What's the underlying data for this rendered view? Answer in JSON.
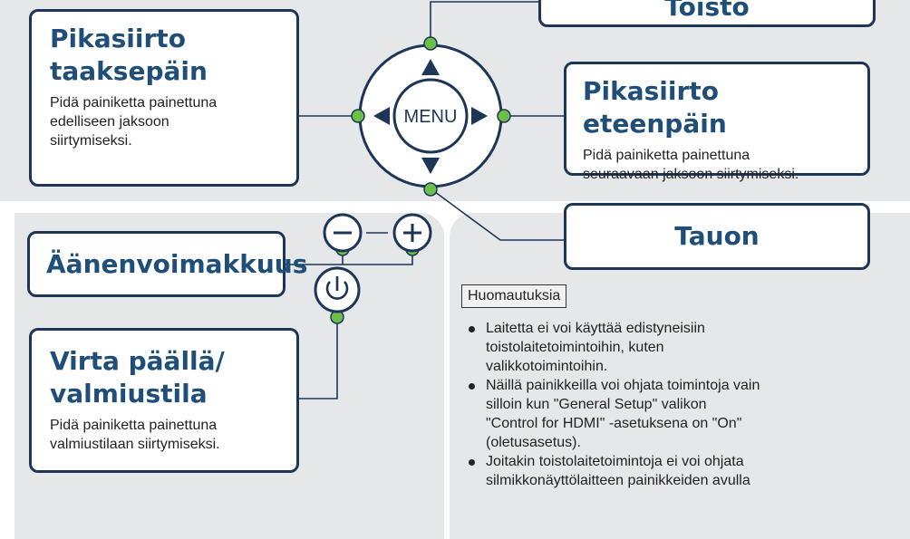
{
  "buttons": {
    "top": {
      "title": "Toisto"
    },
    "rewind": {
      "title_line1": "Pikasiirto",
      "title_line2": "taaksepäin",
      "desc_line1": "Pidä painiketta painettuna",
      "desc_line2": "edelliseen jaksoon",
      "desc_line3": "siirtymiseksi."
    },
    "forward": {
      "title": "Pikasiirto eteenpäin",
      "desc_line1": "Pidä painiketta painettuna",
      "desc_line2": "seuraavaan jaksoon siirtymiseksi."
    },
    "pause": {
      "title": "Tauon"
    },
    "volume": {
      "title": "Äänenvoimakkuus"
    },
    "power": {
      "title_line1": "Virta päällä/",
      "title_line2": "valmiustila",
      "desc_line1": "Pidä painiketta painettuna",
      "desc_line2": "valmiustilaan siirtymiseksi."
    }
  },
  "remote": {
    "menu_label": "MENU"
  },
  "notes": {
    "label": "Huomautuksia",
    "items": [
      [
        "Laitetta ei voi käyttää edistyneisiin",
        "toistolaitetoimintoihin, kuten",
        "valikkotoimintoihin."
      ],
      [
        "Näillä painikkeilla voi ohjata toimintoja vain",
        "silloin kun \"General Setup\"  valikon",
        "\"Control for HDMI\" -asetuksena on \"On\"",
        "(oletusasetus)."
      ],
      [
        "Joitakin toistolaitetoimintoja ei voi ohjata",
        "silmikkonäyttölaitteen painikkeiden avulla"
      ]
    ]
  },
  "colors": {
    "frame": "#1d3557",
    "title": "#1f4e79",
    "connector": "#1d3557",
    "node_fill": "#6cc04a",
    "panel": "#e6e7e8"
  }
}
